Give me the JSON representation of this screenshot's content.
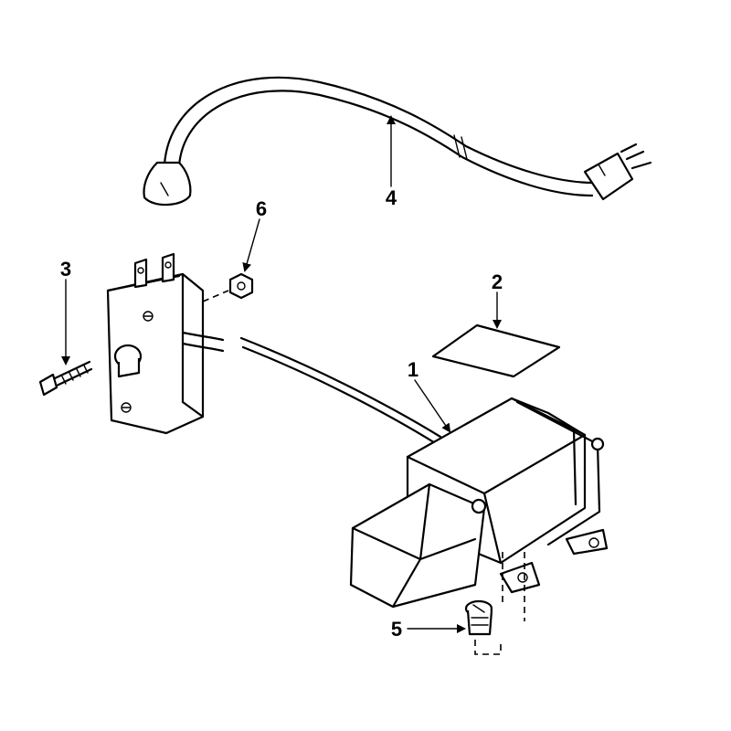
{
  "callouts": [
    {
      "id": "1",
      "label": "1",
      "part": "motor"
    },
    {
      "id": "2",
      "label": "2",
      "part": "decal"
    },
    {
      "id": "3",
      "label": "3",
      "part": "screw"
    },
    {
      "id": "4",
      "label": "4",
      "part": "power-cord"
    },
    {
      "id": "5",
      "label": "5",
      "part": "mounting-screw"
    },
    {
      "id": "6",
      "label": "6",
      "part": "nut"
    }
  ],
  "colors": {
    "ink": "#000000",
    "paper": "#ffffff"
  }
}
